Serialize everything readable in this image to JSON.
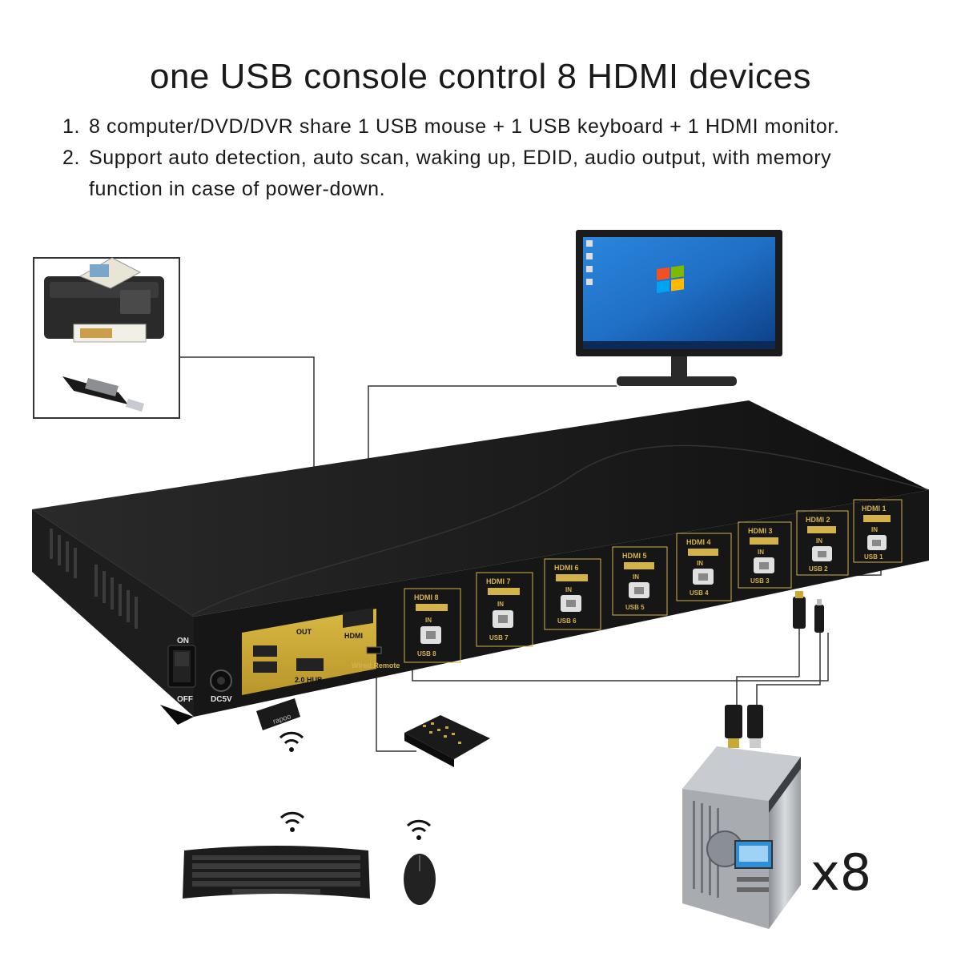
{
  "header": {
    "title": "one USB console control 8 HDMI devices",
    "features": [
      {
        "num": "1.",
        "text": "8 computer/DVD/DVR share 1 USB mouse + 1 USB keyboard + 1 HDMI monitor."
      },
      {
        "num": "2.",
        "text": "Support auto detection, auto scan, waking up, EDID, audio output, with memory",
        "continuation": "function in case of power-down."
      }
    ]
  },
  "kvm_switch": {
    "power": {
      "on_label": "ON",
      "off_label": "OFF",
      "dc_label": "DC5V"
    },
    "console_panel": {
      "out_label": "OUT",
      "hdmi_label": "HDMI",
      "hub_label": "2.0 HUB",
      "remote_label": "Wired Remote"
    },
    "ports": [
      {
        "hdmi_label": "HDMI 8",
        "in_label": "IN",
        "usb_label": "USB 8"
      },
      {
        "hdmi_label": "HDMI 7",
        "in_label": "IN",
        "usb_label": "USB 7"
      },
      {
        "hdmi_label": "HDMI 6",
        "in_label": "IN",
        "usb_label": "USB 6"
      },
      {
        "hdmi_label": "HDMI 5",
        "in_label": "IN",
        "usb_label": "USB 5"
      },
      {
        "hdmi_label": "HDMI 4",
        "in_label": "IN",
        "usb_label": "USB 4"
      },
      {
        "hdmi_label": "HDMI 3",
        "in_label": "IN",
        "usb_label": "USB 3"
      },
      {
        "hdmi_label": "HDMI 2",
        "in_label": "IN",
        "usb_label": "USB 2"
      },
      {
        "hdmi_label": "HDMI 1",
        "in_label": "IN",
        "usb_label": "USB 1"
      }
    ]
  },
  "devices": {
    "dongle_brand": "rapoo",
    "computer_multiplier": "x8"
  },
  "colors": {
    "chassis": "#141414",
    "console_panel": "#c9a935",
    "port_label": "#d4b24a",
    "screen_blue": "#1f6fc6"
  },
  "icons": [
    "printer-icon",
    "usb-flash-drive-icon",
    "monitor-icon",
    "wireless-signal-icon",
    "keyboard-icon",
    "mouse-icon",
    "remote-control-icon",
    "computer-tower-icon",
    "hdmi-cable-icon",
    "usb-cable-icon"
  ]
}
